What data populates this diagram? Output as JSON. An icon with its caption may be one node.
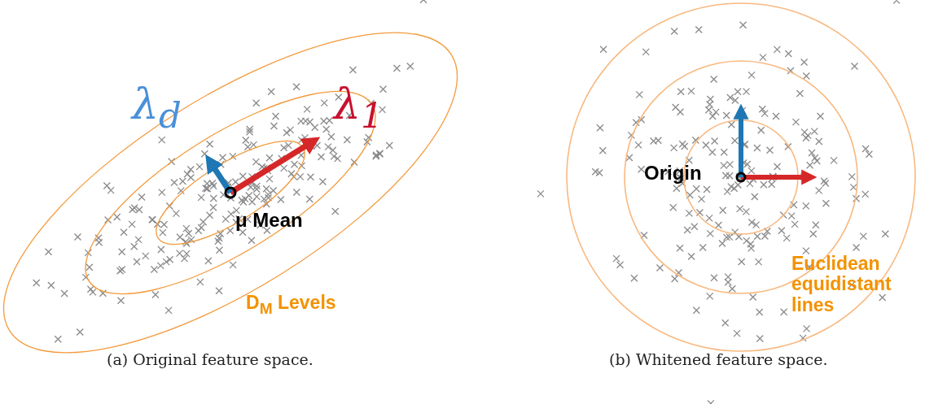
{
  "diagram": {
    "labels": [
      "λ$_{d}$",
      "λ$_{1}$",
      "μ Mean",
      "D$_{M}$ Levels",
      "Origin",
      "Euclidean equidistant lines",
      "(a) Original feature space.",
      "(b) Whitened feature space."
    ]
  }
}
